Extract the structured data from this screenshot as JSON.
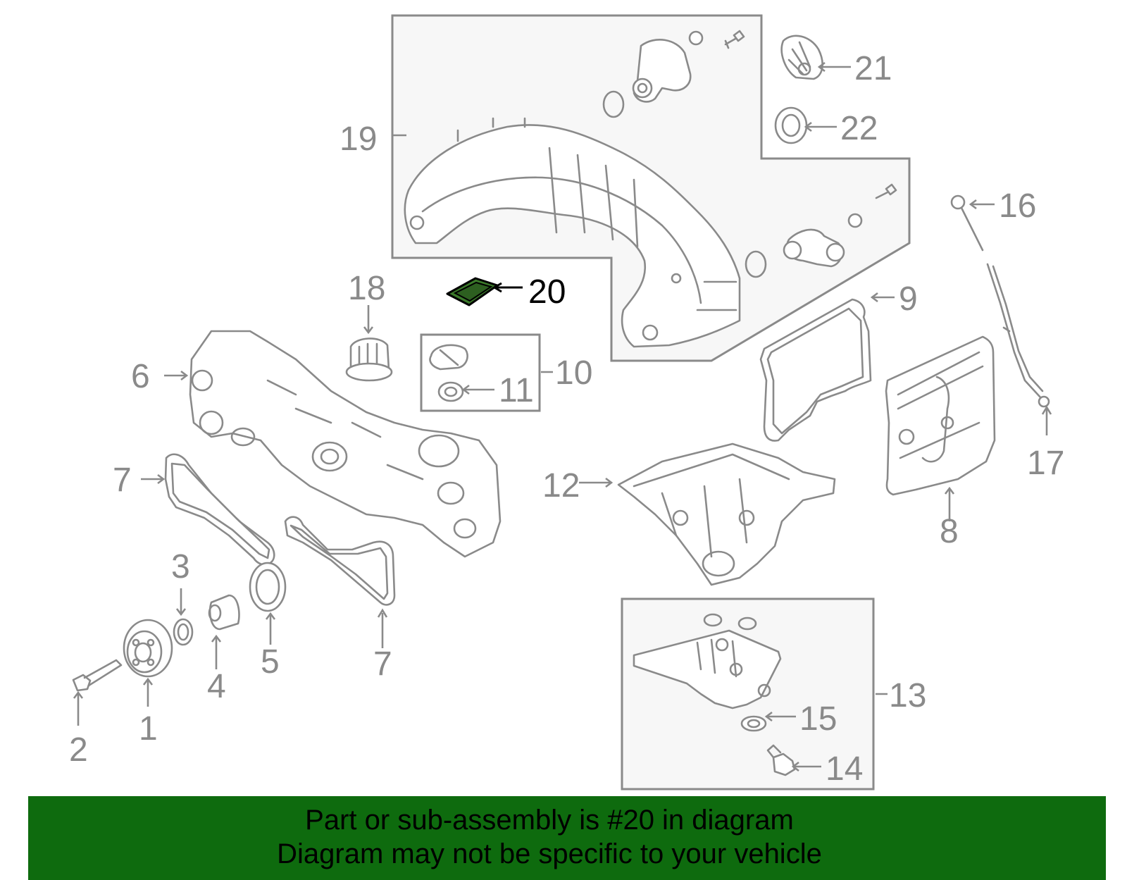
{
  "diagram": {
    "highlight_color": "#3b7a2a",
    "banner_color": "#0e6b0e",
    "callouts": [
      "1",
      "2",
      "3",
      "4",
      "5",
      "6",
      "7",
      "7",
      "8",
      "9",
      "10",
      "11",
      "12",
      "13",
      "14",
      "15",
      "16",
      "17",
      "18",
      "19",
      "20",
      "21",
      "22"
    ],
    "highlighted_callout": "20"
  },
  "banner": {
    "line1": "Part or sub-assembly is #20 in diagram",
    "line2": "Diagram may not be specific to your vehicle"
  }
}
